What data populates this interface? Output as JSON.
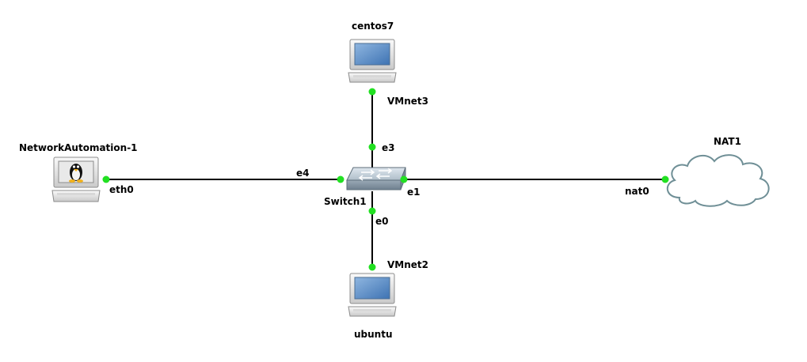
{
  "topology": {
    "nodes": [
      {
        "id": "centos7",
        "label": "centos7",
        "type": "computer",
        "icon": "desktop-computer-icon"
      },
      {
        "id": "networkautomation-1",
        "label": "NetworkAutomation-1",
        "type": "linux-computer",
        "icon": "linux-computer-icon"
      },
      {
        "id": "switch1",
        "label": "Switch1",
        "type": "ethernet-switch",
        "icon": "ethernet-switch-icon"
      },
      {
        "id": "nat1",
        "label": "NAT1",
        "type": "cloud",
        "icon": "cloud-icon"
      },
      {
        "id": "ubuntu",
        "label": "ubuntu",
        "type": "computer",
        "icon": "desktop-computer-icon"
      }
    ],
    "links": [
      {
        "id": "link-centos7-switch1",
        "from": "centos7",
        "from_port": "VMnet3",
        "to": "switch1",
        "to_port": "e3"
      },
      {
        "id": "link-networkautomation-switch1",
        "from": "networkautomation-1",
        "from_port": "eth0",
        "to": "switch1",
        "to_port": "e4"
      },
      {
        "id": "link-switch1-nat1",
        "from": "switch1",
        "from_port": "e1",
        "to": "nat1",
        "to_port": "nat0"
      },
      {
        "id": "link-switch1-ubuntu",
        "from": "switch1",
        "from_port": "e0",
        "to": "ubuntu",
        "to_port": "VMnet2"
      }
    ]
  },
  "colors": {
    "link": "#000000",
    "port_dot": "#22e022",
    "cloud_fill": "#ffffff",
    "cloud_stroke": "#6f8f96",
    "switch_body": "#a9b8c4",
    "monitor_screen": "#5b8fc9"
  }
}
